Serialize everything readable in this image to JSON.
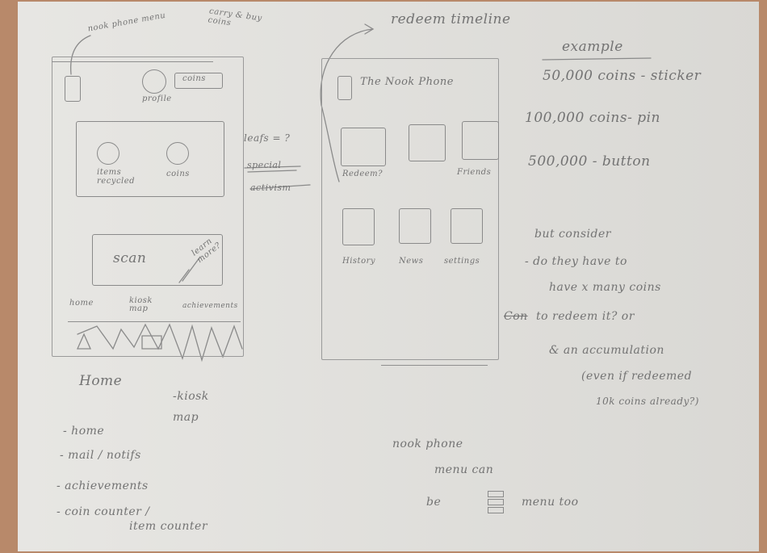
{
  "left_sketch": {
    "annotation_top": "nook phone menu",
    "annotation_coins": "carry & buy coins",
    "coins_badge": "coins",
    "profile_label": "profile",
    "items_label": "items recycled",
    "coins_label": "coins",
    "scan_label": "scan",
    "learn_more": "learn more?",
    "nav": [
      "home",
      "kiosk map",
      "achievements"
    ],
    "home_caption": "Home",
    "kiosk_caption": "-kiosk map"
  },
  "middle_notes": {
    "leafs": "leafs = ?",
    "special": "special",
    "activism": "activism"
  },
  "right_sketch": {
    "annotation": "redeem timeline",
    "title": "The Nook Phone",
    "apps_row1": [
      "Redeem?",
      "",
      "Friends"
    ],
    "apps_row2": [
      "History",
      "News",
      "settings"
    ]
  },
  "example": {
    "heading": "example",
    "lines": [
      "50,000 coins - sticker",
      "100,000 coins- pin",
      "500,000     - button"
    ],
    "consider_lines": [
      "but consider",
      "- do they have to",
      "have x many coins",
      "to redeem it? or",
      "& an accumulation",
      "(even if redeemed",
      "10k coins already?)"
    ],
    "consider_struck": "Con"
  },
  "home_list": [
    "- home",
    "- mail / notifs",
    "- achievements",
    "- coin counter /",
    "item counter"
  ],
  "bottom_note": {
    "line1": "nook phone",
    "line2": "menu can",
    "line3_start": "be",
    "line3_end": "menu too"
  }
}
